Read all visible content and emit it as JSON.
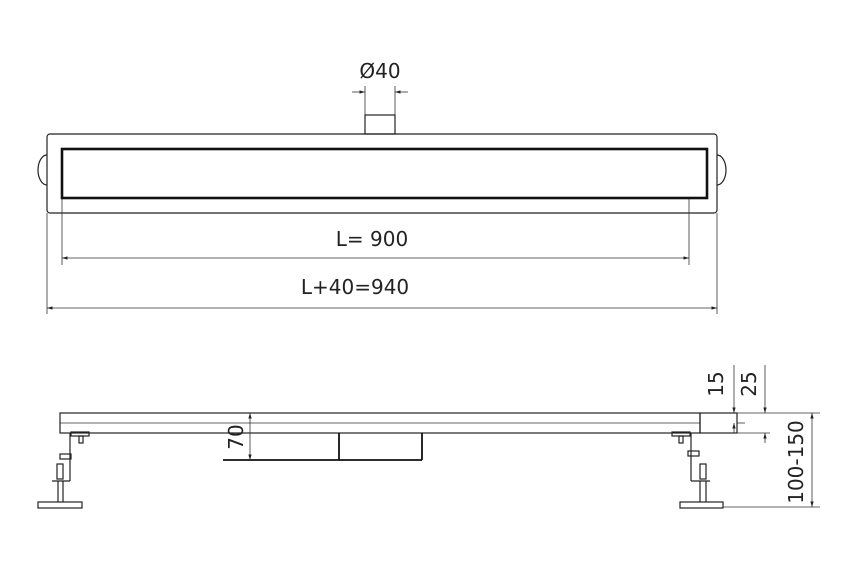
{
  "top_view": {
    "outlet_diameter": "Ø40",
    "length_inner": "L= 900",
    "length_outer": "L+40=940"
  },
  "side_view": {
    "body_depth": "70",
    "grate_height": "15",
    "frame_height": "25",
    "total_height": "100-150"
  }
}
